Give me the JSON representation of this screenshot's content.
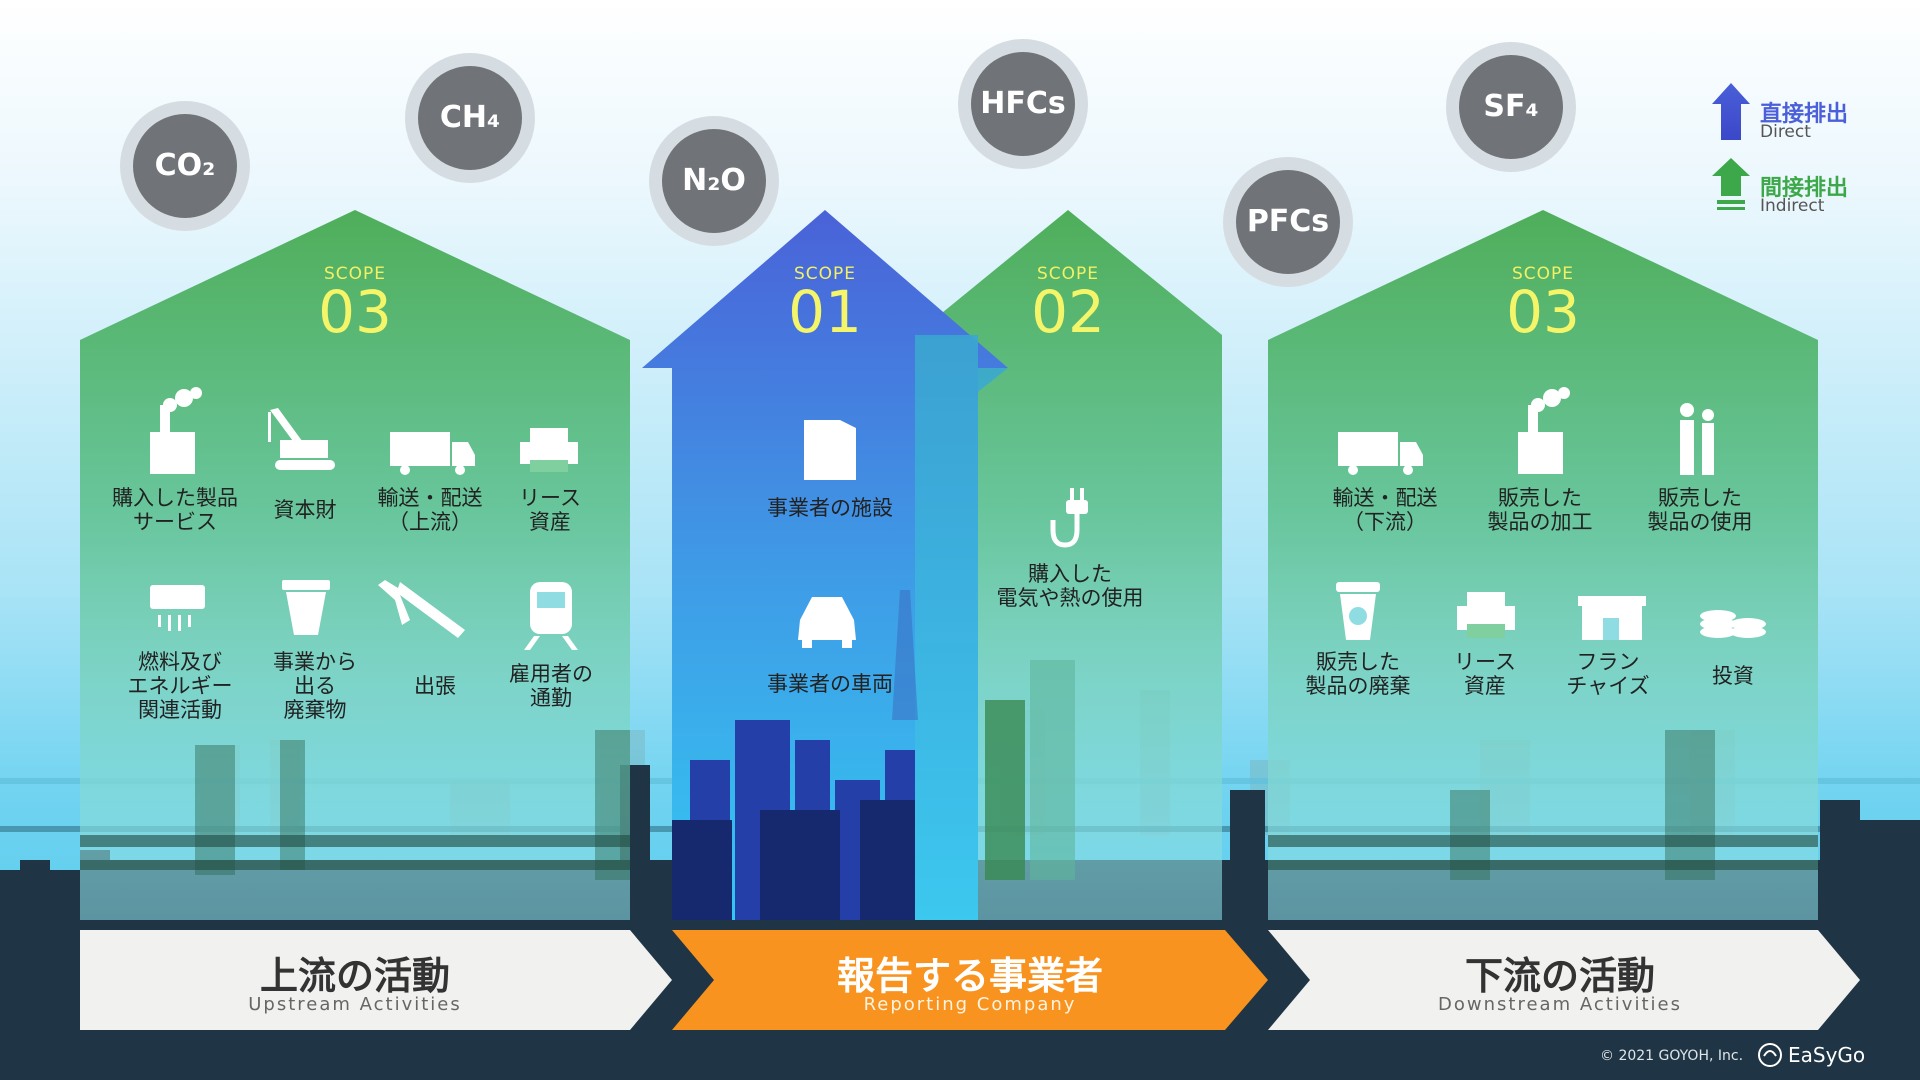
{
  "gases": [
    {
      "name": "co2",
      "label": "CO₂"
    },
    {
      "name": "ch4",
      "label": "CH₄"
    },
    {
      "name": "n2o",
      "label": "N₂O"
    },
    {
      "name": "hfcs",
      "label": "HFCs"
    },
    {
      "name": "pfcs",
      "label": "PFCs"
    },
    {
      "name": "sf4",
      "label": "SF₄"
    }
  ],
  "legend": {
    "direct_label": "直接排出",
    "direct_sub": "Direct",
    "direct_color": "#4a5fd8",
    "indirect_label": "間接排出",
    "indirect_sub": "Indirect",
    "indirect_color": "#3da84a"
  },
  "scopes": {
    "upstream": {
      "word": "SCOPE",
      "number": "03"
    },
    "scope1": {
      "word": "SCOPE",
      "number": "01"
    },
    "scope2": {
      "word": "SCOPE",
      "number": "02"
    },
    "downstream": {
      "word": "SCOPE",
      "number": "03"
    }
  },
  "upstream_items": [
    {
      "icon": "factory-icon",
      "label": "購入した製品\nサービス"
    },
    {
      "icon": "crane-icon",
      "label": "資本財"
    },
    {
      "icon": "truck-icon",
      "label": "輸送・配送\n（上流）"
    },
    {
      "icon": "printer-icon",
      "label": "リース\n資産"
    },
    {
      "icon": "air-conditioner-icon",
      "label": "燃料及び\nエネルギー\n関連活動"
    },
    {
      "icon": "trash-bin-icon",
      "label": "事業から\n出る\n廃棄物"
    },
    {
      "icon": "airplane-icon",
      "label": "出張"
    },
    {
      "icon": "train-icon",
      "label": "雇用者の\n通勤"
    }
  ],
  "scope1_items": [
    {
      "icon": "building-icon",
      "label": "事業者の施設"
    },
    {
      "icon": "car-icon",
      "label": "事業者の車両"
    }
  ],
  "scope2_items": [
    {
      "icon": "plug-icon",
      "label": "購入した\n電気や熱の使用"
    }
  ],
  "downstream_items": [
    {
      "icon": "truck-icon",
      "label": "輸送・配送\n（下流）"
    },
    {
      "icon": "factory-icon",
      "label": "販売した\n製品の加工"
    },
    {
      "icon": "people-icon",
      "label": "販売した\n製品の使用"
    },
    {
      "icon": "recycle-bin-icon",
      "label": "販売した\n製品の廃棄"
    },
    {
      "icon": "printer-icon",
      "label": "リース\n資産"
    },
    {
      "icon": "franchise-shop-icon",
      "label": "フラン\nチャイズ"
    },
    {
      "icon": "coins-icon",
      "label": "投資"
    }
  ],
  "chevrons": {
    "upstream": {
      "title": "上流の活動",
      "sub": "Upstream Activities"
    },
    "company": {
      "title": "報告する事業者",
      "sub": "Reporting Company",
      "color": "#f7931e"
    },
    "downstream": {
      "title": "下流の活動",
      "sub": "Downstream Activities"
    }
  },
  "footer": {
    "copyright": "© 2021 GOYOH, Inc.",
    "brand": "EaSyGo"
  }
}
